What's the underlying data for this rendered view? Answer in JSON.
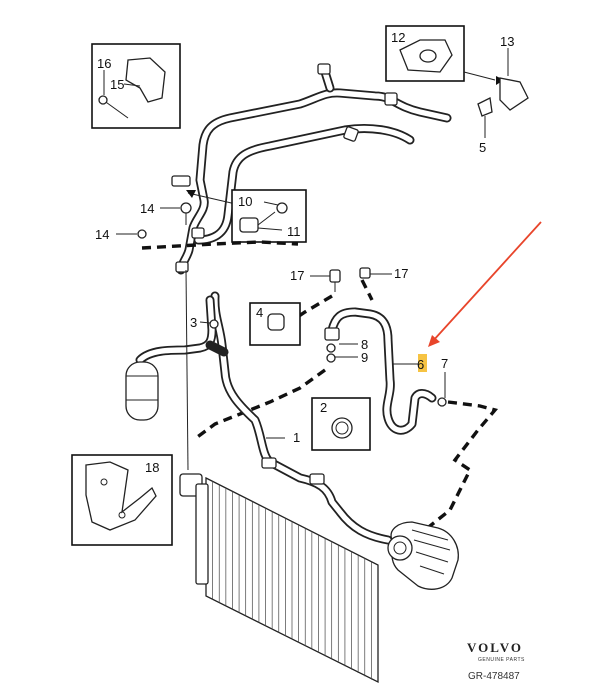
{
  "labels": {
    "p1": "1",
    "p2": "2",
    "p3": "3",
    "p4": "4",
    "p5": "5",
    "p6": "6",
    "p7": "7",
    "p8": "8",
    "p9": "9",
    "p10": "10",
    "p11": "11",
    "p12": "12",
    "p13": "13",
    "p14a": "14",
    "p14b": "14",
    "p15": "15",
    "p16": "16",
    "p17a": "17",
    "p17b": "17",
    "p18": "18"
  },
  "brand": {
    "name": "VOLVO",
    "tagline": "GENUINE PARTS"
  },
  "reference": "GR-478487",
  "colors": {
    "arrow": "#e8452b",
    "highlight": "#f6c343"
  }
}
